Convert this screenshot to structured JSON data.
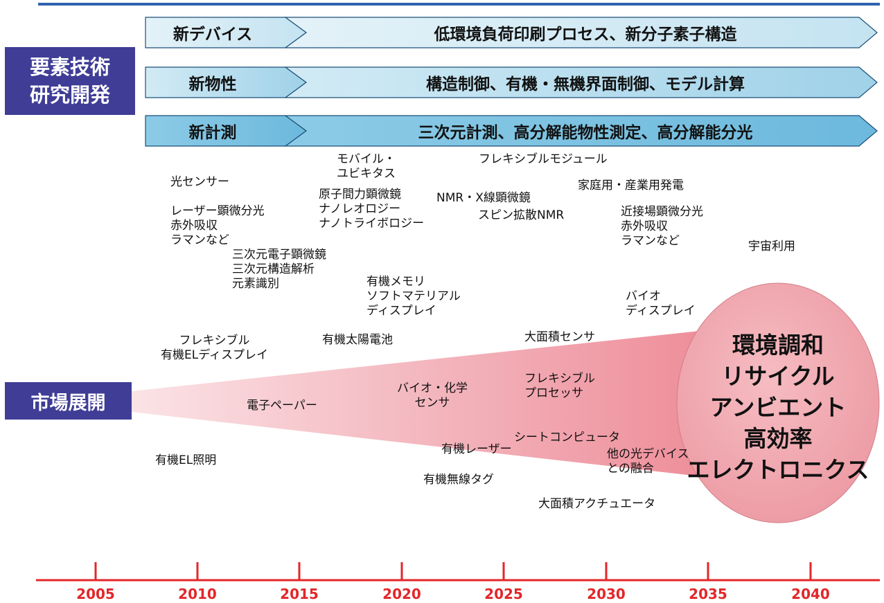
{
  "rd_section": {
    "label": "要素技術\n研究開発",
    "tracks": [
      {
        "title": "新デバイス",
        "description": "低環境負荷印刷プロセス、新分子素子構造"
      },
      {
        "title": "新物性",
        "description": "構造制御、有機・無機界面制御、モデル計算"
      },
      {
        "title": "新計測",
        "description": "三次元計測、高分解能物性測定、高分解能分光"
      }
    ]
  },
  "market_section": {
    "label": "市場展開"
  },
  "applications": [
    "光センサー",
    "レーザー顕微分光\n赤外吸収\nラマンなど",
    "三次元電子顕微鏡\n三次元構造解析\n元素識別",
    "モバイル・\nユビキタス",
    "原子間力顕微鏡\nナノレオロジー\nナノトライボロジー",
    "フレキシブルモジュール",
    "NMR・X線顕微鏡",
    "スピン拡散NMR",
    "家庭用・産業用発電",
    "近接場顕微分光\n赤外吸収\nラマンなど",
    "宇宙利用",
    "有機メモリ\nソフトマテリアル\nディスプレイ",
    "バイオ\nディスプレイ",
    "フレキシブル\n有機ELディスプレイ",
    "有機太陽電池",
    "大面積センサ",
    "バイオ・化学\nセンサ",
    "フレキシブル\nプロセッサ",
    "電子ペーパー",
    "シートコンピュータ",
    "有機レーザー",
    "他の光デバイス\nとの融合",
    "有機EL照明",
    "有機無線タグ",
    "大面積アクチュエータ"
  ],
  "goal": "環境調和\nリサイクル\nアンビエント\n高効率\nエレクトロニクス",
  "timeline": {
    "years": [
      "2005",
      "2010",
      "2015",
      "2020",
      "2025",
      "2030",
      "2035",
      "2040"
    ]
  },
  "colors": {
    "label_bg": "#3f3d96",
    "timeline": "#e3262a",
    "top_rule": "#2f62b0",
    "arrow_light": "#cfe8f3",
    "arrow_dark": "#7fc3e0",
    "wedge": "#f08f9a",
    "goal_fill": "#f1a3aa"
  }
}
